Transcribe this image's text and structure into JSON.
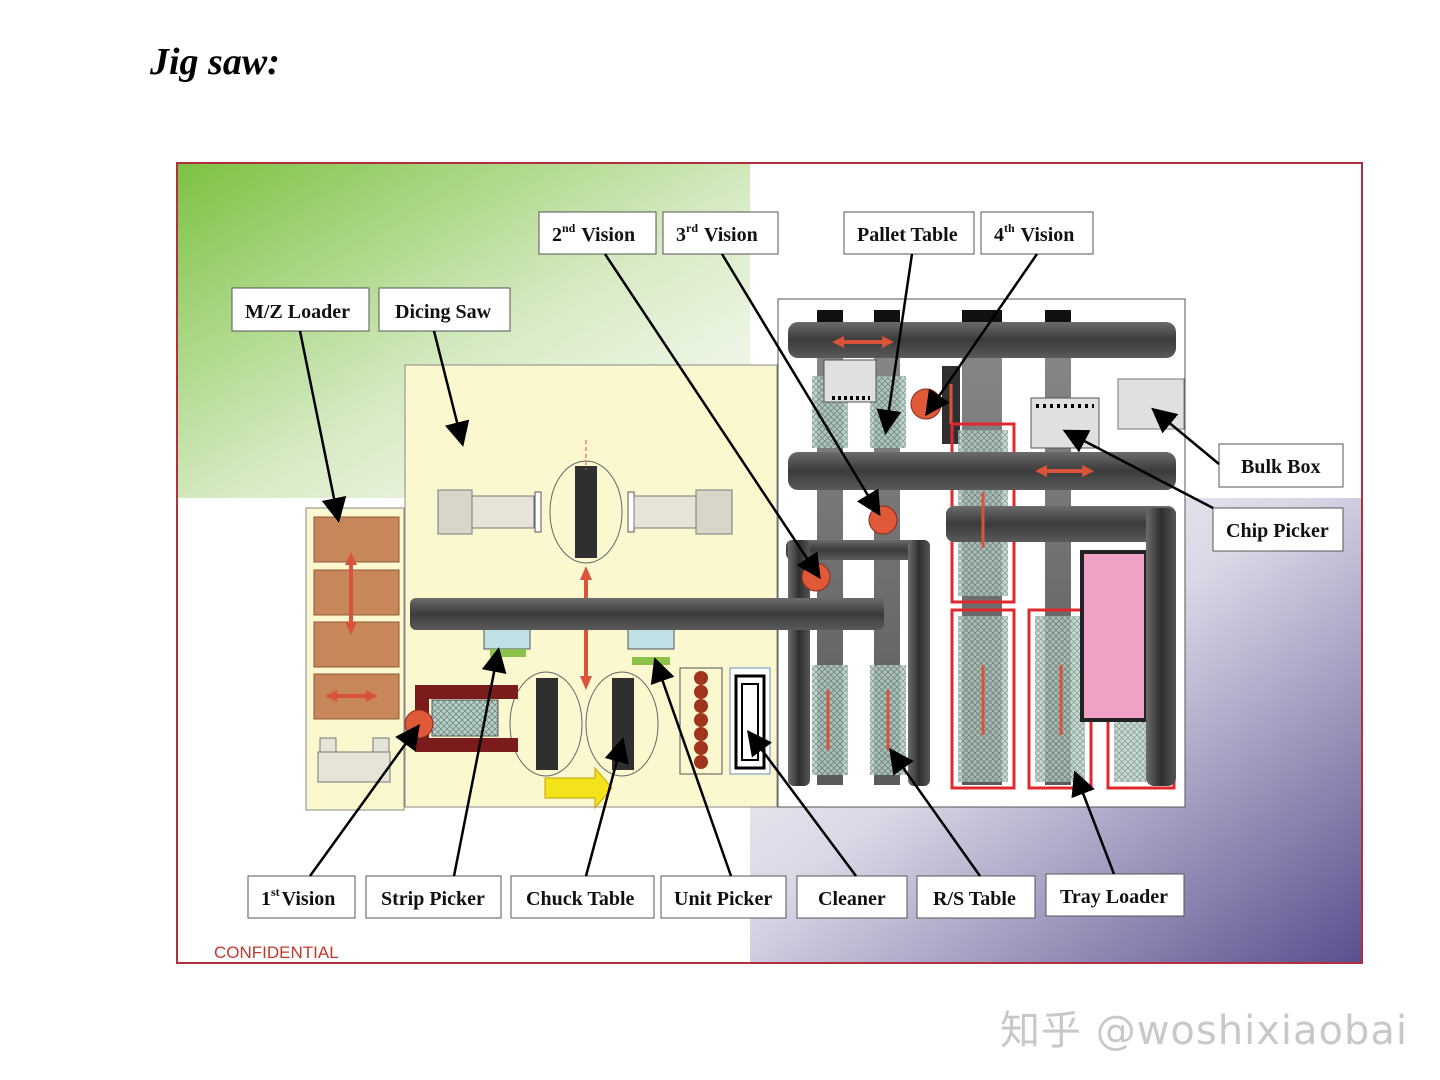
{
  "title": "Jig saw:",
  "confidential": "CONFIDENTIAL",
  "watermark": "知乎 @woshixiaobai",
  "labels": {
    "vision2": {
      "ordinal": "2",
      "suffix": "nd",
      "text": "Vision"
    },
    "vision3": {
      "ordinal": "3",
      "suffix": "rd",
      "text": "Vision"
    },
    "pallet_table": "Pallet Table",
    "vision4": {
      "ordinal": "4",
      "suffix": "th",
      "text": "Vision"
    },
    "mz_loader": "M/Z Loader",
    "dicing_saw": "Dicing Saw",
    "bulk_box": "Bulk Box",
    "chip_picker": "Chip Picker",
    "vision1": {
      "ordinal": "1",
      "suffix": "st",
      "text": "Vision"
    },
    "strip_picker": "Strip Picker",
    "chuck_table": "Chuck Table",
    "unit_picker": "Unit Picker",
    "cleaner": "Cleaner",
    "rs_table": "R/S Table",
    "tray_loader": "Tray Loader"
  },
  "colors": {
    "frame_border": "#b03040",
    "green_gradient": "#7cc242",
    "purple_gradient": "#5b4f8e",
    "dicing_area": "#fbf8cf",
    "rail": "#4a4a4a",
    "magazine": "#c8875a",
    "arrow_red": "#d9533a",
    "highlight_red": "#e0282f",
    "tray_pink": "#f0a3c6"
  }
}
